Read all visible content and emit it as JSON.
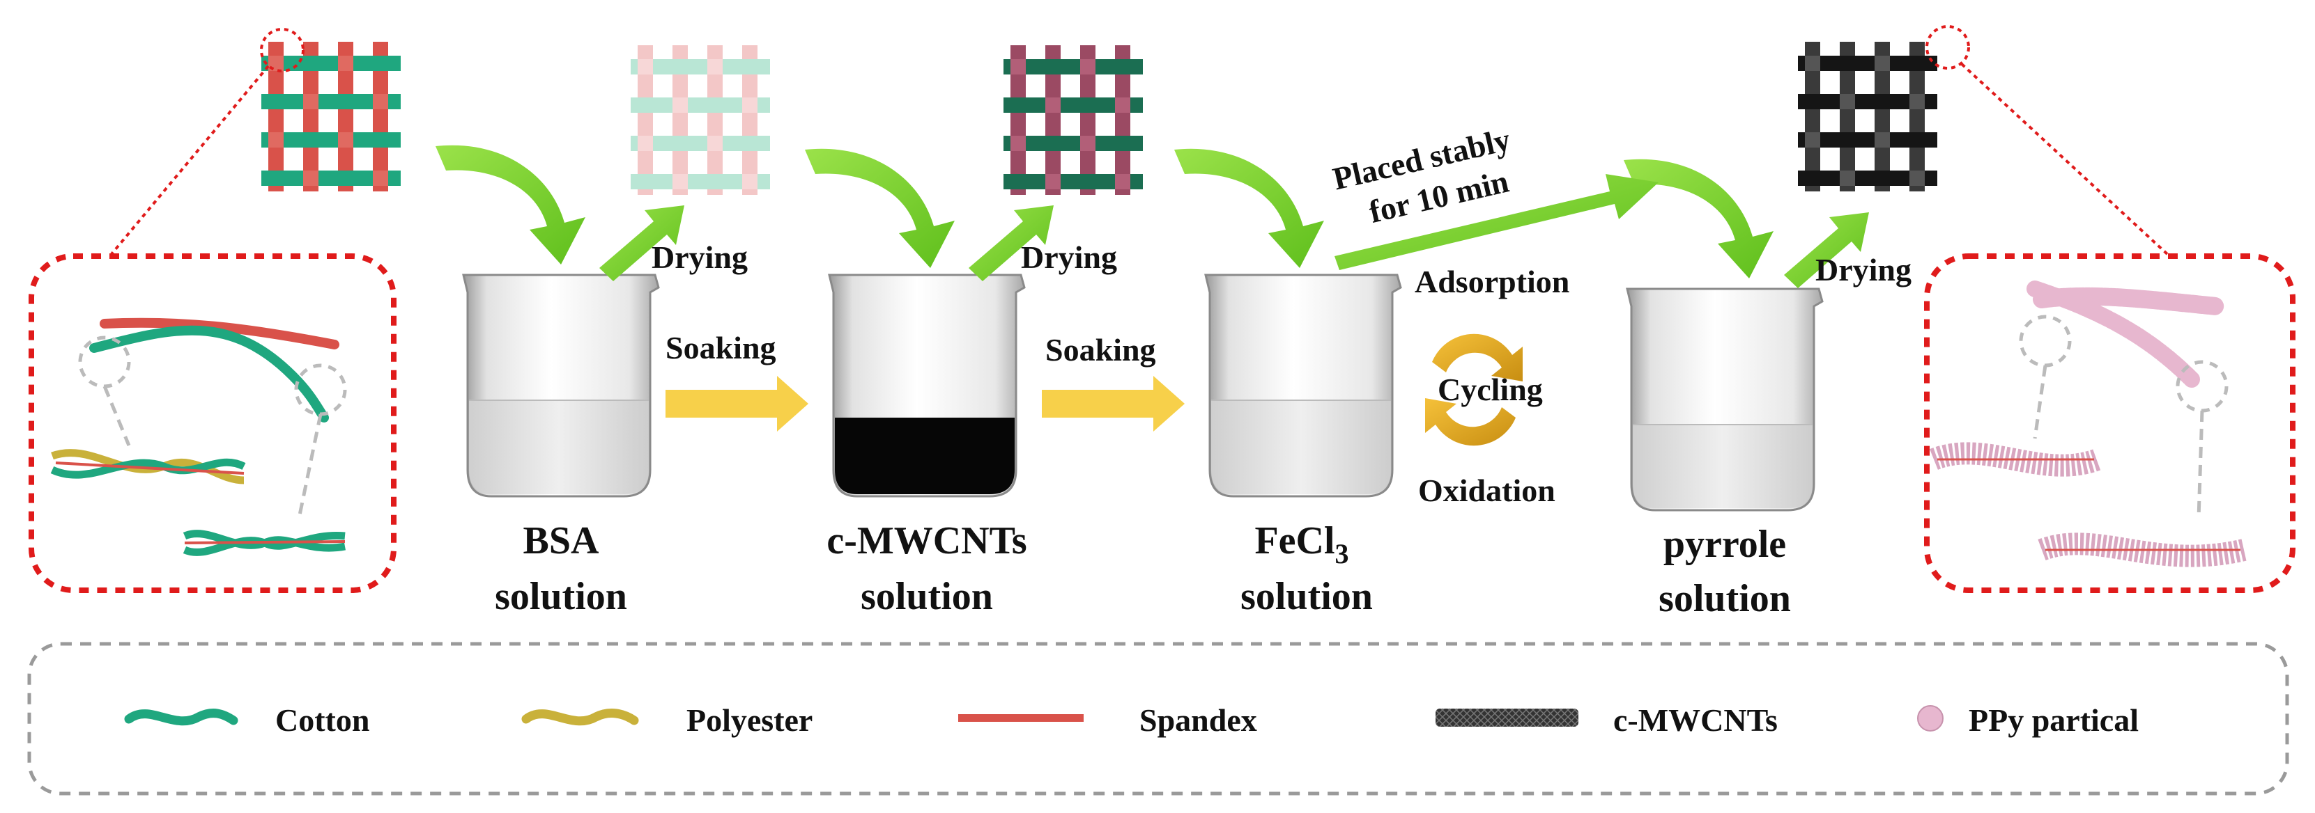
{
  "steps": [
    {
      "label1": "BSA",
      "label2": "solution"
    },
    {
      "label1": "c-MWCNTs",
      "label2": "solution"
    },
    {
      "label1": "FeCl",
      "label1_sub": "3",
      "label2": "solution"
    },
    {
      "label1": "pyrrole",
      "label2": "solution"
    }
  ],
  "actions": {
    "drying": "Drying",
    "soaking": "Soaking",
    "placed_line1": "Placed stably",
    "placed_line2": "for 10 min",
    "adsorption": "Adsorption",
    "cycling": "Cycling",
    "oxidation": "Oxidation"
  },
  "legend": [
    {
      "label": "Cotton",
      "icon": "cotton-yarn-icon"
    },
    {
      "label": "Polyester",
      "icon": "polyester-yarn-icon"
    },
    {
      "label": "Spandex",
      "icon": "spandex-yarn-icon"
    },
    {
      "label": "c-MWCNTs",
      "icon": "carbon-nanotube-icon"
    },
    {
      "label": "PPy partical",
      "icon": "ppy-particle-icon"
    }
  ],
  "colors": {
    "cotton": "#1fa77f",
    "polyester": "#c9b13a",
    "spandex": "#d9524a",
    "cnt": "#222222",
    "ppy": "#e7b7cf",
    "green_arrow": "#7ed321",
    "yellow_arrow": "#f7d04a",
    "inset_border": "#e01b1b",
    "legend_border": "#9a9a9a"
  }
}
